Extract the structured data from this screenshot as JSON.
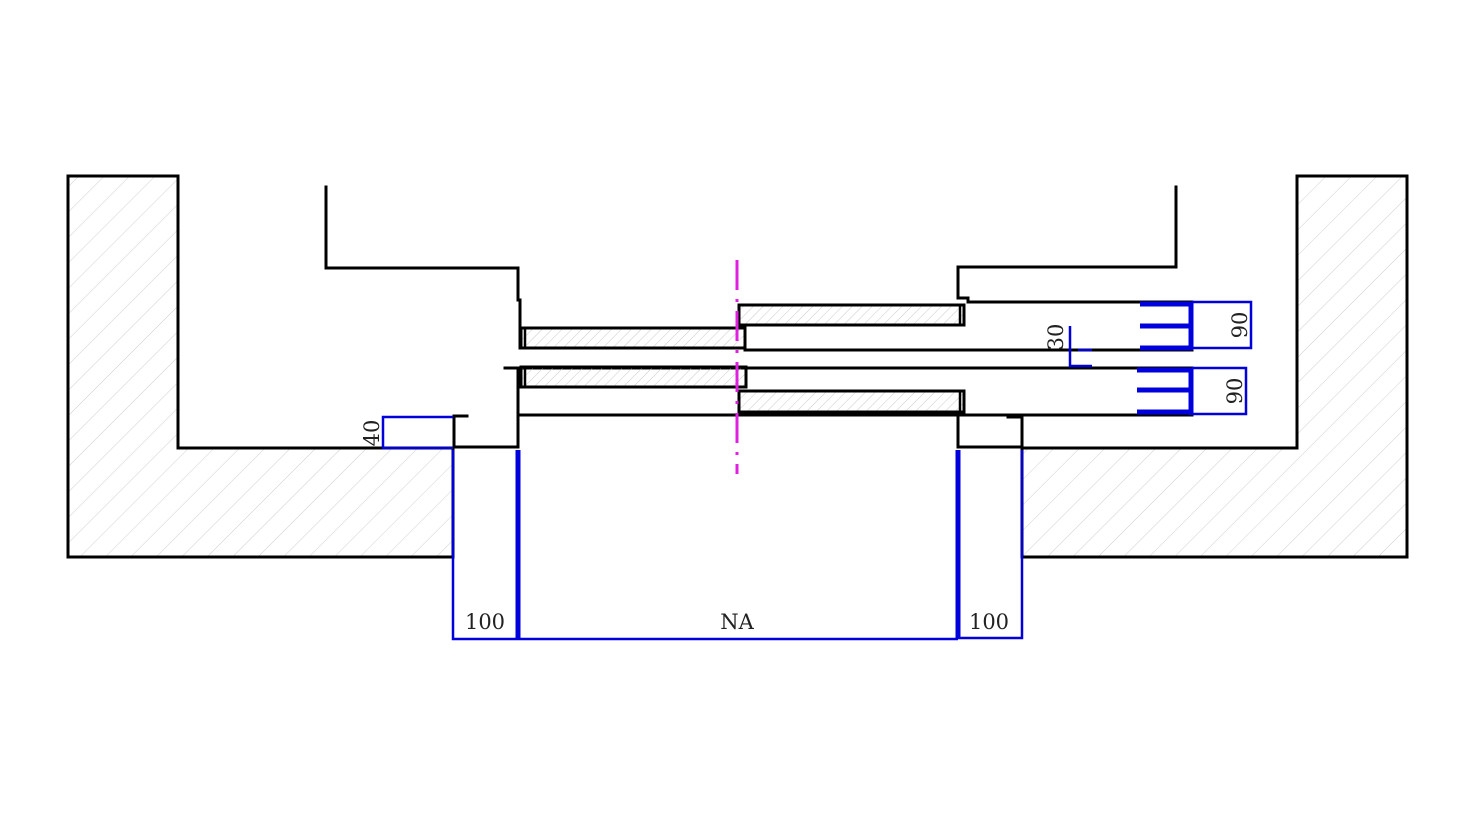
{
  "drawing": {
    "title": "",
    "colors": {
      "outline": "#000000",
      "dimension": "#0000dd",
      "centerline": "#e020e0",
      "hatch": "#cccccc",
      "background": "#ffffff"
    },
    "dimensions": {
      "left_step_height": "40",
      "left_gap_width": "100",
      "opening_width": "NA",
      "right_gap_width": "100",
      "top_panel_height": "90",
      "bottom_panel_height": "90",
      "panel_gap": "30"
    }
  }
}
